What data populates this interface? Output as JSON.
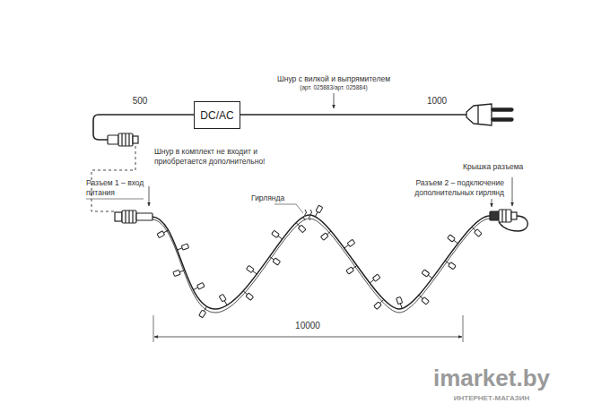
{
  "diagram": {
    "nodes": [
      {
        "text": [
          "DC/AC"
        ]
      }
    ],
    "labels": [
      "Шнур с вилкой и выпрямителем",
      "(арт. 025883/арт. 025884)",
      "500",
      "1000",
      "Шнур в комплект не входит и приобретается дополнительно!",
      "Разъем 1 – вход питания",
      "Гирлянда",
      "Крышка разъема",
      "Разъем 2 – подключение дополнительных гирлянд",
      "10000",
      "imarket.by",
      "ИНТЕРНЕТ-МАГАЗИН"
    ]
  }
}
